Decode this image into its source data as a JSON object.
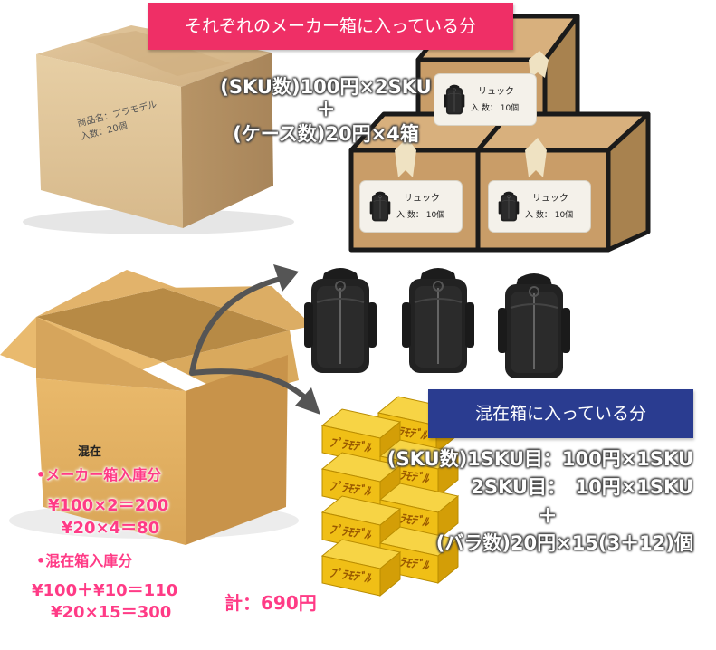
{
  "banners": {
    "maker": "それぞれのメーカー箱に入っている分",
    "mixed": "混在箱に入っている分"
  },
  "maker_box": {
    "product_label": "商品名：プラモデル",
    "qty_label": "入数：20個"
  },
  "maker_formula": {
    "line1": "(SKU数)100円×2SKU",
    "plus": "＋",
    "line2": "(ケース数)20円×4箱"
  },
  "backpack_card": {
    "name": "リュック",
    "qty": "入 数： 10個"
  },
  "mixed_box": {
    "label": "混在"
  },
  "mixed_formula": {
    "line1": "(SKU数)1SKU目：100円×1SKU",
    "line2": "2SKU目：　10円×1SKU",
    "plus": "＋",
    "line3": "(バラ数)20円×15(3＋12)個"
  },
  "calc": {
    "maker_heading": "•メーカー箱入庫分",
    "maker_line1": "¥100×2＝200",
    "maker_line2": "¥20×4＝80",
    "mixed_heading": "•混在箱入庫分",
    "mixed_line1": "¥100＋¥10＝110",
    "mixed_line2": "¥20×15＝300",
    "total": "計：690円"
  },
  "colors": {
    "pink": "#ef2f66",
    "navy": "#2a3c90",
    "cardboard": "#c9a16a",
    "yellow_box": "#f3c21c"
  }
}
